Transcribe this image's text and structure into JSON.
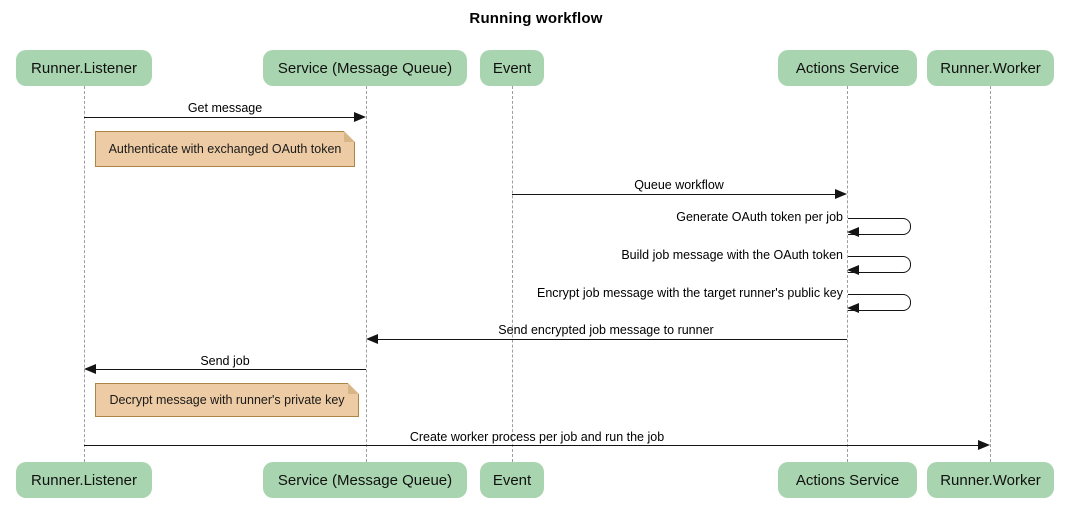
{
  "title": "Running workflow",
  "participants": [
    {
      "name": "Runner.Listener"
    },
    {
      "name": "Service (Message Queue)"
    },
    {
      "name": "Event"
    },
    {
      "name": "Actions Service"
    },
    {
      "name": "Runner.Worker"
    }
  ],
  "messages": [
    {
      "label": "Get message",
      "from": "Runner.Listener",
      "to": "Service (Message Queue)",
      "type": "arrow"
    },
    {
      "label": "Queue workflow",
      "from": "Event",
      "to": "Actions Service",
      "type": "arrow"
    },
    {
      "label": "Generate OAuth token per job",
      "from": "Actions Service",
      "to": "Actions Service",
      "type": "self"
    },
    {
      "label": "Build job message with the OAuth token",
      "from": "Actions Service",
      "to": "Actions Service",
      "type": "self"
    },
    {
      "label": "Encrypt job message with the target runner's public key",
      "from": "Actions Service",
      "to": "Actions Service",
      "type": "self"
    },
    {
      "label": "Send encrypted job message to runner",
      "from": "Actions Service",
      "to": "Service (Message Queue)",
      "type": "arrow"
    },
    {
      "label": "Send job",
      "from": "Service (Message Queue)",
      "to": "Runner.Listener",
      "type": "arrow"
    },
    {
      "label": "Create worker process per job and run the job",
      "from": "Runner.Listener",
      "to": "Runner.Worker",
      "type": "arrow"
    }
  ],
  "notes": [
    {
      "text": "Authenticate with exchanged OAuth token"
    },
    {
      "text": "Decrypt message with runner's private key"
    }
  ],
  "colors": {
    "participant_fill": "#A8D5AF",
    "note_fill": "#EDCBA4",
    "note_border": "#AA8545",
    "lifeline": "#9E9E9E",
    "arrow": "#141414",
    "text": "#000000",
    "background": "#FFFFFF"
  }
}
